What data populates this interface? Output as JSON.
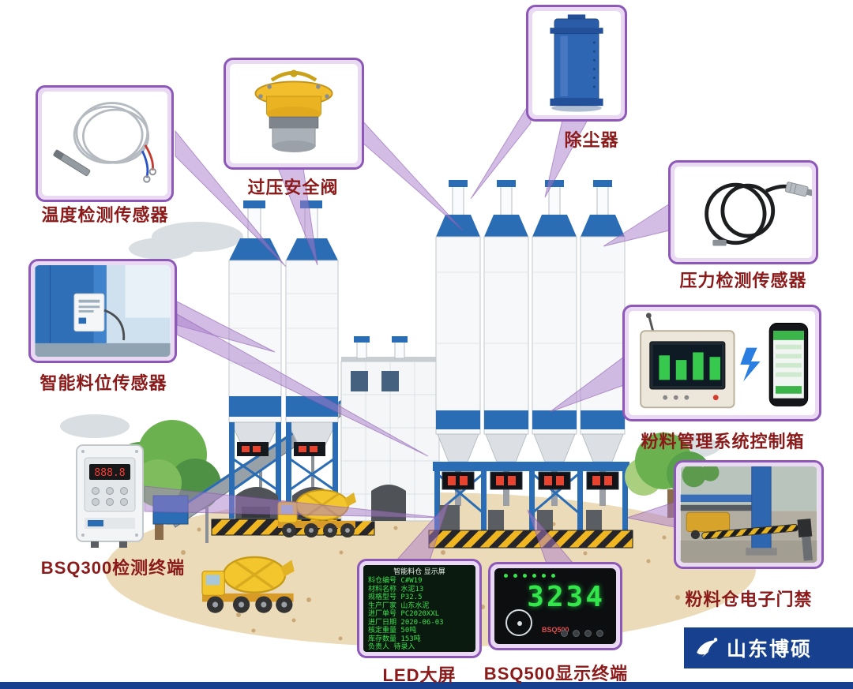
{
  "callouts": {
    "temperature_sensor": {
      "label": "温度检测传感器"
    },
    "safety_valve": {
      "label": "过压安全阀"
    },
    "dust_collector": {
      "label": "除尘器"
    },
    "pressure_sensor": {
      "label": "压力检测传感器"
    },
    "powder_control_box": {
      "label": "粉料管理系统控制箱"
    },
    "level_sensor": {
      "label": "智能料位传感器"
    },
    "bsq300_terminal": {
      "label": "BSQ300检测终端",
      "display_value": "888.8"
    },
    "access_control": {
      "label": "粉料仓电子门禁"
    },
    "led_screen": {
      "label": "LED大屏",
      "title": "智能料仓 显示屏",
      "rows": [
        "料仓编号 C#W19",
        "材料名称 水泥13",
        "规格型号 P32.5",
        "生产厂家 山东水泥",
        "进厂单号 PC2020XXL",
        "进厂日期 2020-06-03",
        "核定重量 50吨",
        "库存数量 153吨",
        "负责人  待录入"
      ]
    },
    "bsq500_terminal": {
      "label": "BSQ500显示终端",
      "display_value": "3234",
      "model_text": "BSQ500"
    }
  },
  "brand": {
    "name": "山东博硕"
  },
  "colors": {
    "accent_purple": "#8d58b8",
    "callout_fill": "#e9d9f2",
    "label_red": "#8b1a1a",
    "silo_blue": "#2a6db5",
    "brand_navy": "#17418e",
    "led_green": "#3ce04f",
    "hazard_yellow": "#f0b621"
  }
}
